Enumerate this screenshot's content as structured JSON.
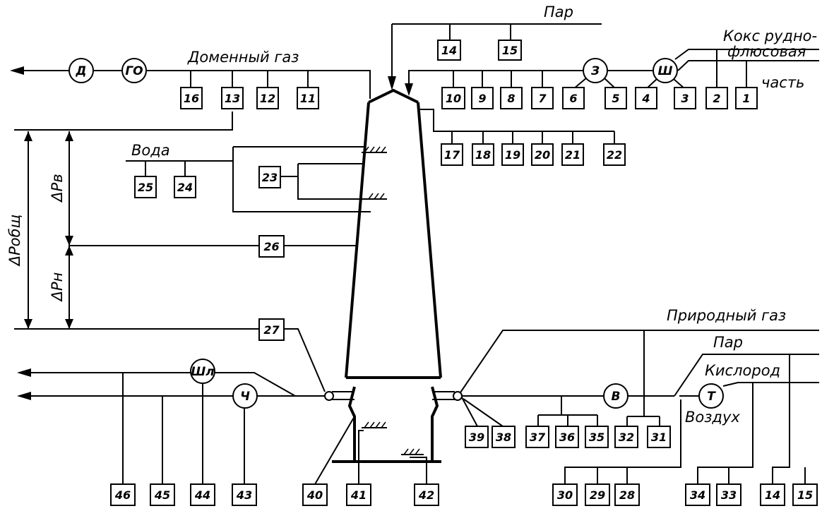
{
  "labels": {
    "steam_top": "Пар",
    "blast_furnace_gas": "Доменный газ",
    "coke_ore_flux_line1": "Кокс рудно-",
    "coke_ore_flux_line2": "флюсовая",
    "coke_ore_flux_line3": "часть",
    "water": "Вода",
    "natural_gas": "Природный газ",
    "steam_bottom": "Пар",
    "oxygen": "Кислород",
    "air": "Воздух",
    "dp_total": "ΔPобщ",
    "dp_upper": "ΔPв",
    "dp_lower": "ΔPн"
  },
  "circles": {
    "D": "Д",
    "GO": "ГО",
    "Z": "З",
    "Sh": "Ш",
    "Shl": "Шл",
    "Ch": "Ч",
    "V": "В",
    "T": "Т"
  },
  "boxes": {
    "b1": "1",
    "b2": "2",
    "b3": "3",
    "b4": "4",
    "b5": "5",
    "b6": "6",
    "b7": "7",
    "b8": "8",
    "b9": "9",
    "b10": "10",
    "b11": "11",
    "b12": "12",
    "b13": "13",
    "b14": "14",
    "b15": "15",
    "b16": "16",
    "b17": "17",
    "b18": "18",
    "b19": "19",
    "b20": "20",
    "b21": "21",
    "b22": "22",
    "b23": "23",
    "b24": "24",
    "b25": "25",
    "b26": "26",
    "b27": "27",
    "b28": "28",
    "b29": "29",
    "b30": "30",
    "b31": "31",
    "b32": "32",
    "b33": "33",
    "b34": "34",
    "b35": "35",
    "b36": "36",
    "b37": "37",
    "b38": "38",
    "b39": "39",
    "b40": "40",
    "b41": "41",
    "b42": "42",
    "b43": "43",
    "b44": "44",
    "b45": "45",
    "b46": "46",
    "b14_bottom": "14",
    "b15_bottom": "15"
  }
}
